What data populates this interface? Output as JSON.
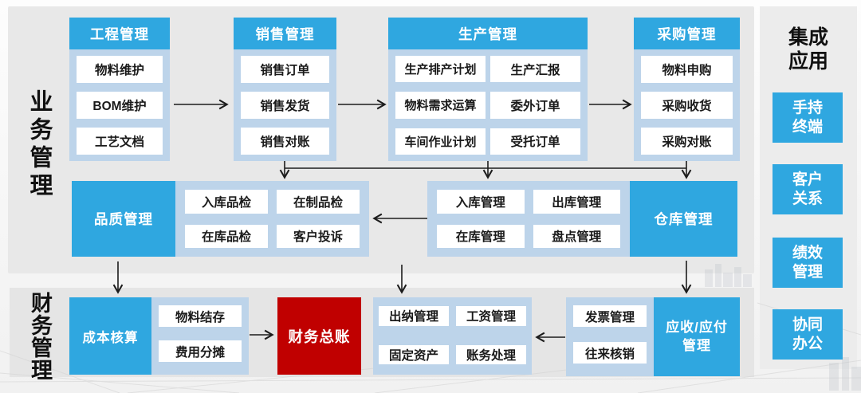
{
  "colors": {
    "primary_blue": "#2fa7e0",
    "light_blue": "#bdd4ea",
    "accent_red": "#c00000",
    "panel_gray": "#e8e8e8",
    "text_dark": "#1a1a1a"
  },
  "side_labels": {
    "business": "业务管理",
    "finance": "财务管理"
  },
  "top_columns": [
    {
      "title": "工程管理",
      "items": [
        "物料维护",
        "BOM维护",
        "工艺文档"
      ]
    },
    {
      "title": "销售管理",
      "items": [
        "销售订单",
        "销售发货",
        "销售对账"
      ]
    },
    {
      "title": "生产管理",
      "items": [
        "生产排产计划",
        "生产汇报",
        "物料需求运算",
        "委外订单",
        "车间作业计划",
        "受托订单"
      ]
    },
    {
      "title": "采购管理",
      "items": [
        "物料申购",
        "采购收货",
        "采购对账"
      ]
    }
  ],
  "middle_row": {
    "quality_block": "品质管理",
    "quality_items": [
      "入库品检",
      "在制品检",
      "在库品检",
      "客户投诉"
    ],
    "warehouse_items": [
      "入库管理",
      "出库管理",
      "在库管理",
      "盘点管理"
    ],
    "warehouse_block": "仓库管理"
  },
  "finance_row": {
    "cost_block": "成本核算",
    "cost_items": [
      "物料结存",
      "费用分摊"
    ],
    "ledger_block": "财务总账",
    "accounting_items": [
      "出纳管理",
      "工资管理",
      "固定资产",
      "账务处理"
    ],
    "receivable_items": [
      "发票管理",
      "往来核销"
    ],
    "receivable_block": "应收/应付管理"
  },
  "integration_panel": {
    "title": "集成应用",
    "items": [
      "手持终端",
      "客户关系",
      "绩效管理",
      "协同办公"
    ]
  }
}
